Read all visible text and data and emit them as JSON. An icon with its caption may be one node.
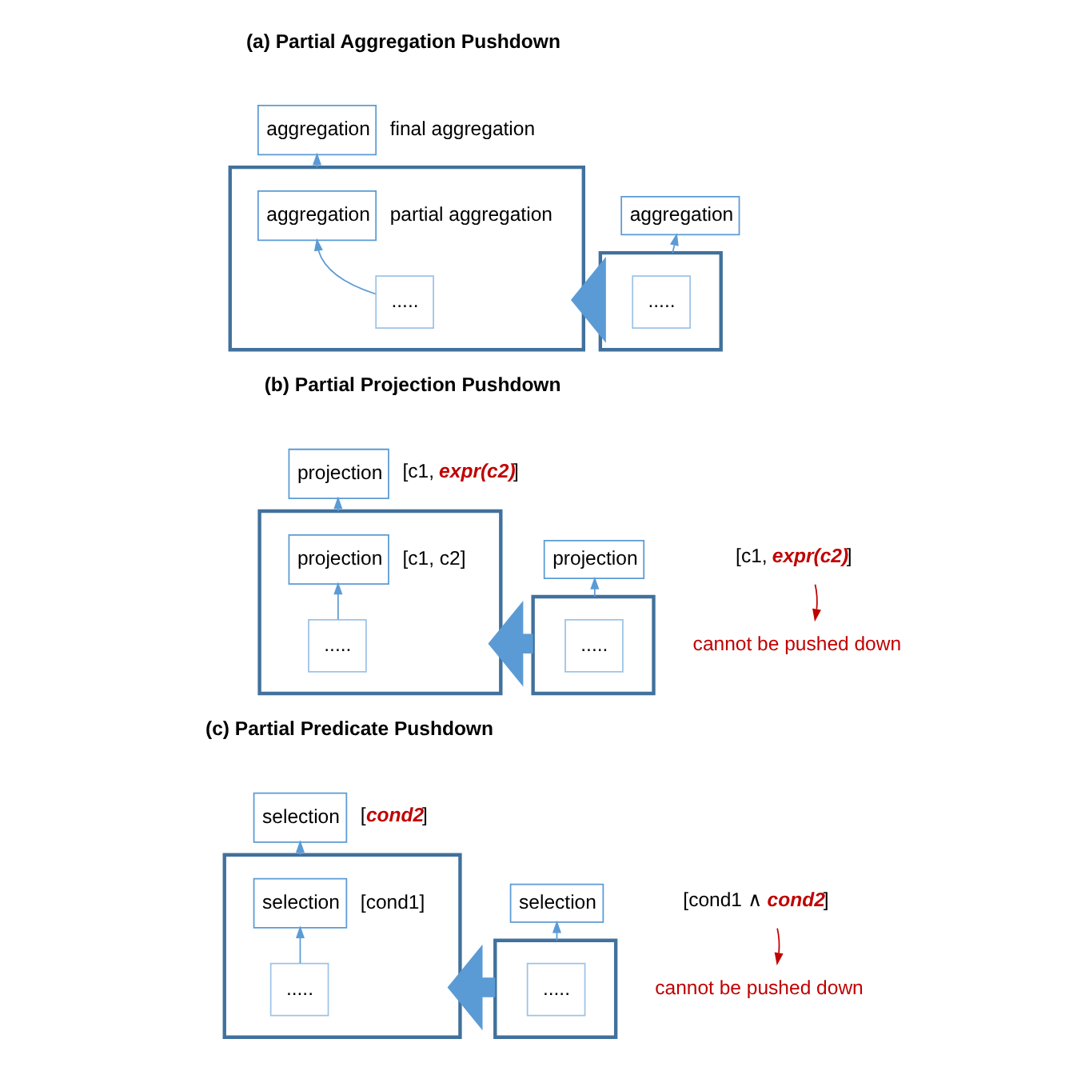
{
  "diagram": {
    "nodes": [
      {
        "text": [
          "aggregation"
        ]
      },
      {
        "text": [],
        "shape": "box"
      },
      {
        "text": [
          "....."
        ],
        "in": 1
      },
      {
        "text": [
          "aggregation"
        ],
        "beside": [
          "final aggregation"
        ]
      },
      {
        "text": [],
        "shape": "box"
      },
      {
        "text": [
          "aggregation"
        ],
        "in": 4,
        "beside": [
          "partial aggregation"
        ]
      },
      {
        "text": [
          "....."
        ],
        "in": 4
      },
      {
        "text": [
          "projection"
        ]
      },
      {
        "text": [
          "[c1, **expr(c2)**]"
        ]
      },
      {
        "text": [
          "cannot be pushed down"
        ]
      },
      {
        "text": [],
        "shape": "box"
      },
      {
        "text": [
          "....."
        ],
        "in": 10
      },
      {
        "text": [
          "projection"
        ],
        "beside": [
          "[c1, **expr(c2)**]"
        ]
      },
      {
        "text": [],
        "shape": "box"
      },
      {
        "text": [
          "projection"
        ],
        "in": 13,
        "beside": [
          "[c1, c2]"
        ]
      },
      {
        "text": [
          "....."
        ],
        "in": 13
      },
      {
        "text": [
          "selection"
        ]
      },
      {
        "text": [
          "[cond1 ∧ **cond2**]"
        ]
      },
      {
        "text": [
          "cannot be pushed down"
        ]
      },
      {
        "text": [],
        "shape": "box"
      },
      {
        "text": [
          "....."
        ],
        "in": 19
      },
      {
        "text": [
          "selection"
        ],
        "beside": [
          "[**cond2**]"
        ]
      },
      {
        "text": [],
        "shape": "box"
      },
      {
        "text": [
          "selection"
        ],
        "in": 22,
        "beside": [
          "[cond1]"
        ]
      },
      {
        "text": [
          "....."
        ],
        "in": 22
      }
    ],
    "edges": [
      {
        "from": 1,
        "to": 0,
        "arrow": "to"
      },
      {
        "from": 1,
        "to": 4,
        "arrow": "to",
        "style": "thick"
      },
      {
        "from": 4,
        "to": 3,
        "arrow": "to"
      },
      {
        "from": 6,
        "to": 5,
        "arrow": "to"
      },
      {
        "from": 10,
        "to": 7,
        "arrow": "to"
      },
      {
        "from": 8,
        "to": 9,
        "arrow": "to",
        "color": "#c00000"
      },
      {
        "from": 10,
        "to": 13,
        "arrow": "to",
        "style": "thick"
      },
      {
        "from": 13,
        "to": 12,
        "arrow": "to"
      },
      {
        "from": 15,
        "to": 14,
        "arrow": "to"
      },
      {
        "from": 19,
        "to": 16,
        "arrow": "to"
      },
      {
        "from": 17,
        "to": 18,
        "arrow": "to",
        "color": "#c00000"
      },
      {
        "from": 19,
        "to": 22,
        "arrow": "to",
        "style": "thick"
      },
      {
        "from": 22,
        "to": 21,
        "arrow": "to"
      },
      {
        "from": 24,
        "to": 23,
        "arrow": "to"
      }
    ],
    "labels": [
      "(a) Partial Aggregation Pushdown",
      "(b) Partial Projection Pushdown",
      "(c) Partial Predicate Pushdown"
    ]
  }
}
